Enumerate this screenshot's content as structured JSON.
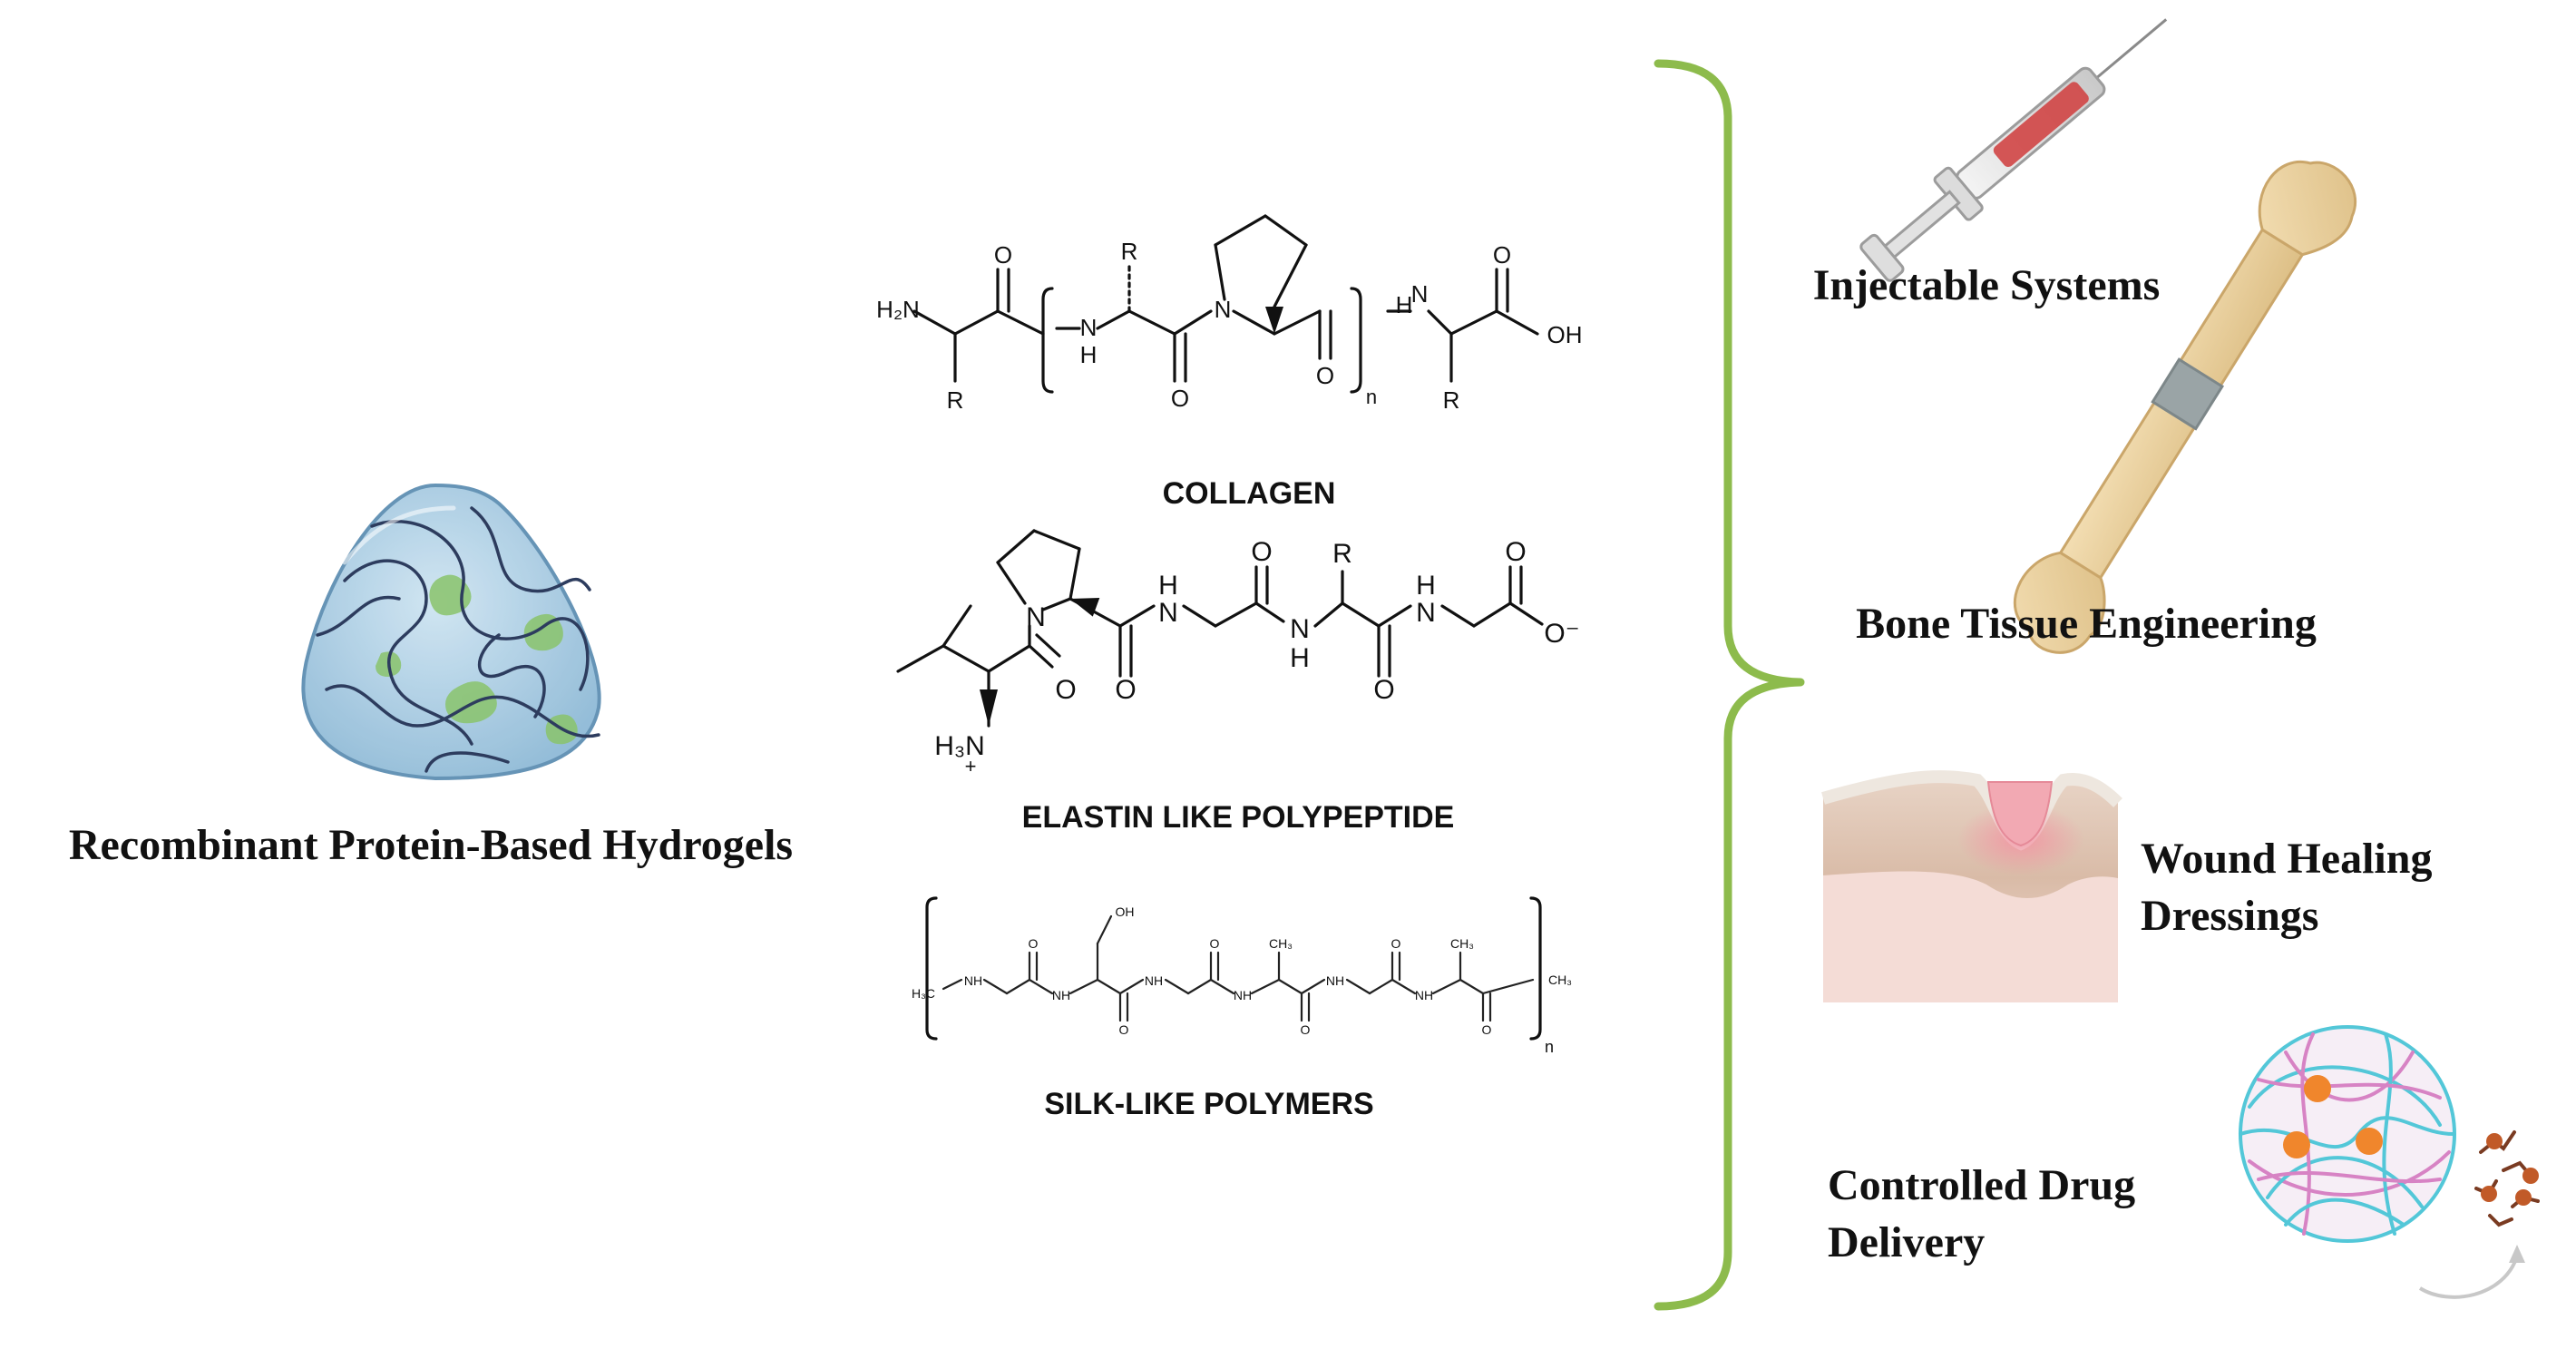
{
  "main_label": "Recombinant Protein-Based Hydrogels",
  "polymers": [
    {
      "name": "COLLAGEN",
      "atoms": {
        "h2n": "H₂N",
        "o": "O",
        "r": "R",
        "n": "N",
        "nh_n": "N",
        "nh_h": "H",
        "sub_n": "n",
        "h": "H",
        "oh": "OH"
      }
    },
    {
      "name": "ELASTIN LIKE POLYPEPTIDE",
      "atoms": {
        "n": "N",
        "h": "H",
        "nh": "NH",
        "o": "O",
        "r": "R",
        "h3n": "H₃N",
        "plus": "+",
        "o_minus": "O⁻"
      }
    },
    {
      "name": "SILK-LIKE POLYMERS",
      "atoms": {
        "nh": "NH",
        "o": "O",
        "oh": "OH",
        "ch3": "CH₃",
        "h3c": "H₃C",
        "sub_n": "n"
      }
    }
  ],
  "applications": [
    {
      "label": "Injectable Systems",
      "icon": "syringe-icon"
    },
    {
      "label": "Bone Tissue Engineering",
      "icon": "bone-icon"
    },
    {
      "lines": [
        "Wound Healing",
        "Dressings"
      ],
      "icon": "skin-wound-icon"
    },
    {
      "lines": [
        "Controlled Drug",
        "Delivery"
      ],
      "icon": "drug-nanogel-icon"
    }
  ],
  "colors": {
    "bracket": "#8dbb4c",
    "hydrogel": "#a9cde3",
    "hydrogel_edge": "#5e8fb3",
    "polymer_chain": "#2d3c5e",
    "cell": "#8ac46c",
    "syringe_fluid": "#d04545",
    "bone": "#e9cf9b",
    "bone_edge": "#caa66a",
    "implant": "#9aa4a6",
    "skin_top": "#d8bba8",
    "skin_bottom": "#f3d9d3",
    "wound": "#f2a9b3",
    "drug": "#f0862c",
    "nanogel_cyan": "#53c7d8",
    "nanogel_pink": "#d783c4"
  }
}
